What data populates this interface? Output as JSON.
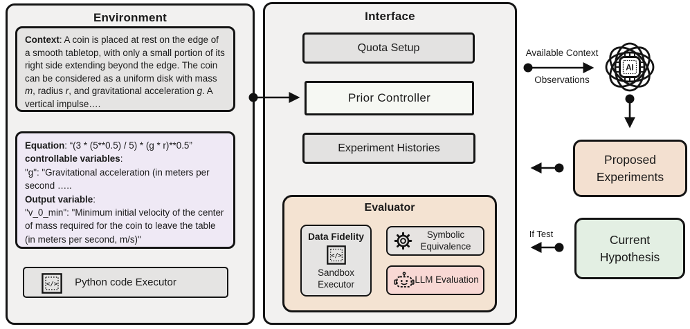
{
  "colors": {
    "panel_bg": "#f2f1f0",
    "box_grey": "#e5e4e3",
    "equation_lavender": "#efe9f5",
    "prior_controller_bg": "#f6f8f3",
    "evaluator_tan": "#f4e3d2",
    "llm_pink": "#f8d8d4",
    "proposed_peach": "#f3e0d0",
    "hypothesis_green": "#e3efe3",
    "border_black": "#141414"
  },
  "environment": {
    "title": "Environment",
    "context_runs": [
      {
        "t": "Context",
        "b": true
      },
      {
        "t": ": A coin is placed at rest on the edge of a smooth tabletop, with only a small portion of its right side extending beyond the edge. The coin can be considered as a uniform disk with mass "
      },
      {
        "t": "m",
        "i": true
      },
      {
        "t": ", radius "
      },
      {
        "t": "r",
        "i": true
      },
      {
        "t": ", and gravitational acceleration "
      },
      {
        "t": "g",
        "i": true
      },
      {
        "t": ". A vertical impulse…."
      }
    ],
    "equation_runs": [
      {
        "t": "Equation",
        "b": true
      },
      {
        "t": ": “(3 * (5**0.5) / 5) * (g * r)**0.5”"
      },
      {
        "br": true
      },
      {
        "t": "controllable variables",
        "b": true
      },
      {
        "t": ":"
      },
      {
        "br": true
      },
      {
        "t": "\"g\": \"Gravitational acceleration (in meters per second ….."
      },
      {
        "br": true
      },
      {
        "t": "Output variable",
        "b": true
      },
      {
        "t": ":"
      },
      {
        "br": true
      },
      {
        "t": "\"v_0_min\": \"Minimum initial velocity of the center of mass required for the coin to leave the table (in meters per second, m/s)\""
      }
    ],
    "python_executor_label": "Python code Executor"
  },
  "interface": {
    "title": "Interface",
    "quota_setup_label": "Quota Setup",
    "prior_controller_label": "Prior Controller",
    "experiment_histories_label": "Experiment Histories",
    "evaluator": {
      "title": "Evaluator",
      "data_fidelity_title": "Data Fidelity",
      "sandbox_executor_label": "Sandbox Executor",
      "symbolic_equivalence_label": "Symbolic Equivalence",
      "llm_evaluation_label": "LLM Evaluation"
    }
  },
  "right_flow": {
    "available_context_label": "Available Context",
    "observations_label": "Observations",
    "ai_chip_text": "AI",
    "proposed_experiments_label": "Proposed Experiments",
    "if_test_label": "If Test",
    "current_hypothesis_label": "Current Hypothesis"
  }
}
